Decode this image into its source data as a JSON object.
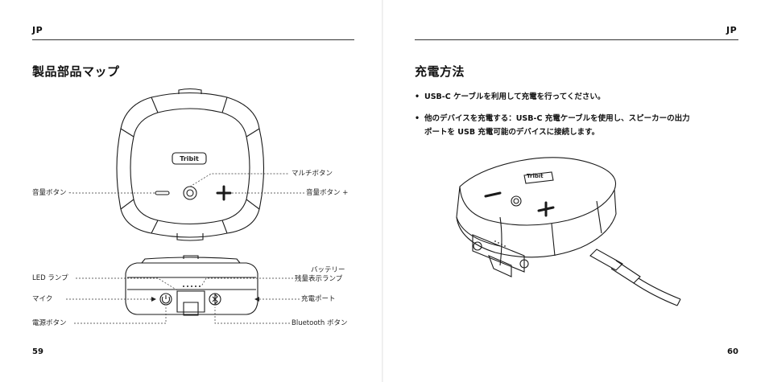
{
  "left_page": {
    "header_lang": "JP",
    "title": "製品部品マップ",
    "page_number": "59",
    "logo_text": "Tribit",
    "top_view_labels": {
      "multi_button": "マルチボタン",
      "volume_minus": "音量ボタン -",
      "volume_plus": "音量ボタン +"
    },
    "front_view_labels": {
      "led_lamp": "LED ランプ",
      "battery_indicator_line1": "バッテリー",
      "battery_indicator_line2": "残量表示ランプ",
      "mic": "マイク",
      "charge_port": "充電ポート",
      "power_button": "電源ボタン",
      "bluetooth_button": "Bluetooth ボタン"
    }
  },
  "right_page": {
    "header_lang": "JP",
    "title": "充電方法",
    "page_number": "60",
    "logo_text": "Tribit",
    "bullets": [
      {
        "line1": "USB-C ケーブルを利用して充電を行ってください。"
      },
      {
        "line1": "他のデバイスを充電する：USB-C 充電ケーブルを使用し、スピーカーの出力",
        "line2": "ポートを USB 充電可能のデバイスに接続します。"
      }
    ],
    "bullet_symbol": "•"
  },
  "colors": {
    "ink": "#111111",
    "line": "#333333"
  }
}
